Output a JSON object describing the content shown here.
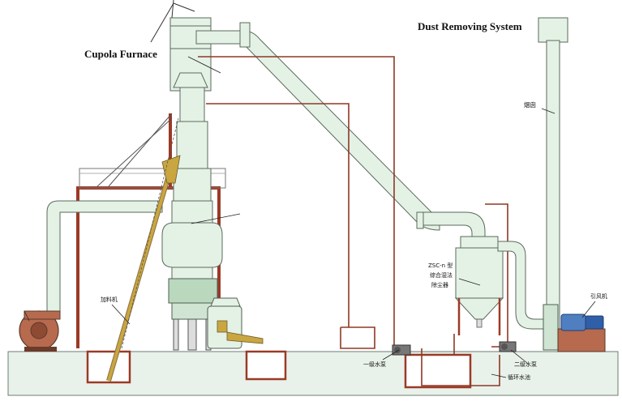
{
  "labels": {
    "cupola_furnace": "Cupola Furnace",
    "dust_removing_system": "Dust Removing System",
    "chimney": "烟囱",
    "charger": "加料机",
    "scrubber_line1": "ZSC-n 型",
    "scrubber_line2": "综合湿法",
    "scrubber_line3": "除尘器",
    "induced_fan": "引风机",
    "pump_stage1": "一级水泵",
    "pump_stage2": "二级水泵",
    "circulating_pool": "循环水池"
  },
  "colors": {
    "equipment": "#e4f2e6",
    "frame": "#9b3a26",
    "motor": "#2f5fa8"
  }
}
